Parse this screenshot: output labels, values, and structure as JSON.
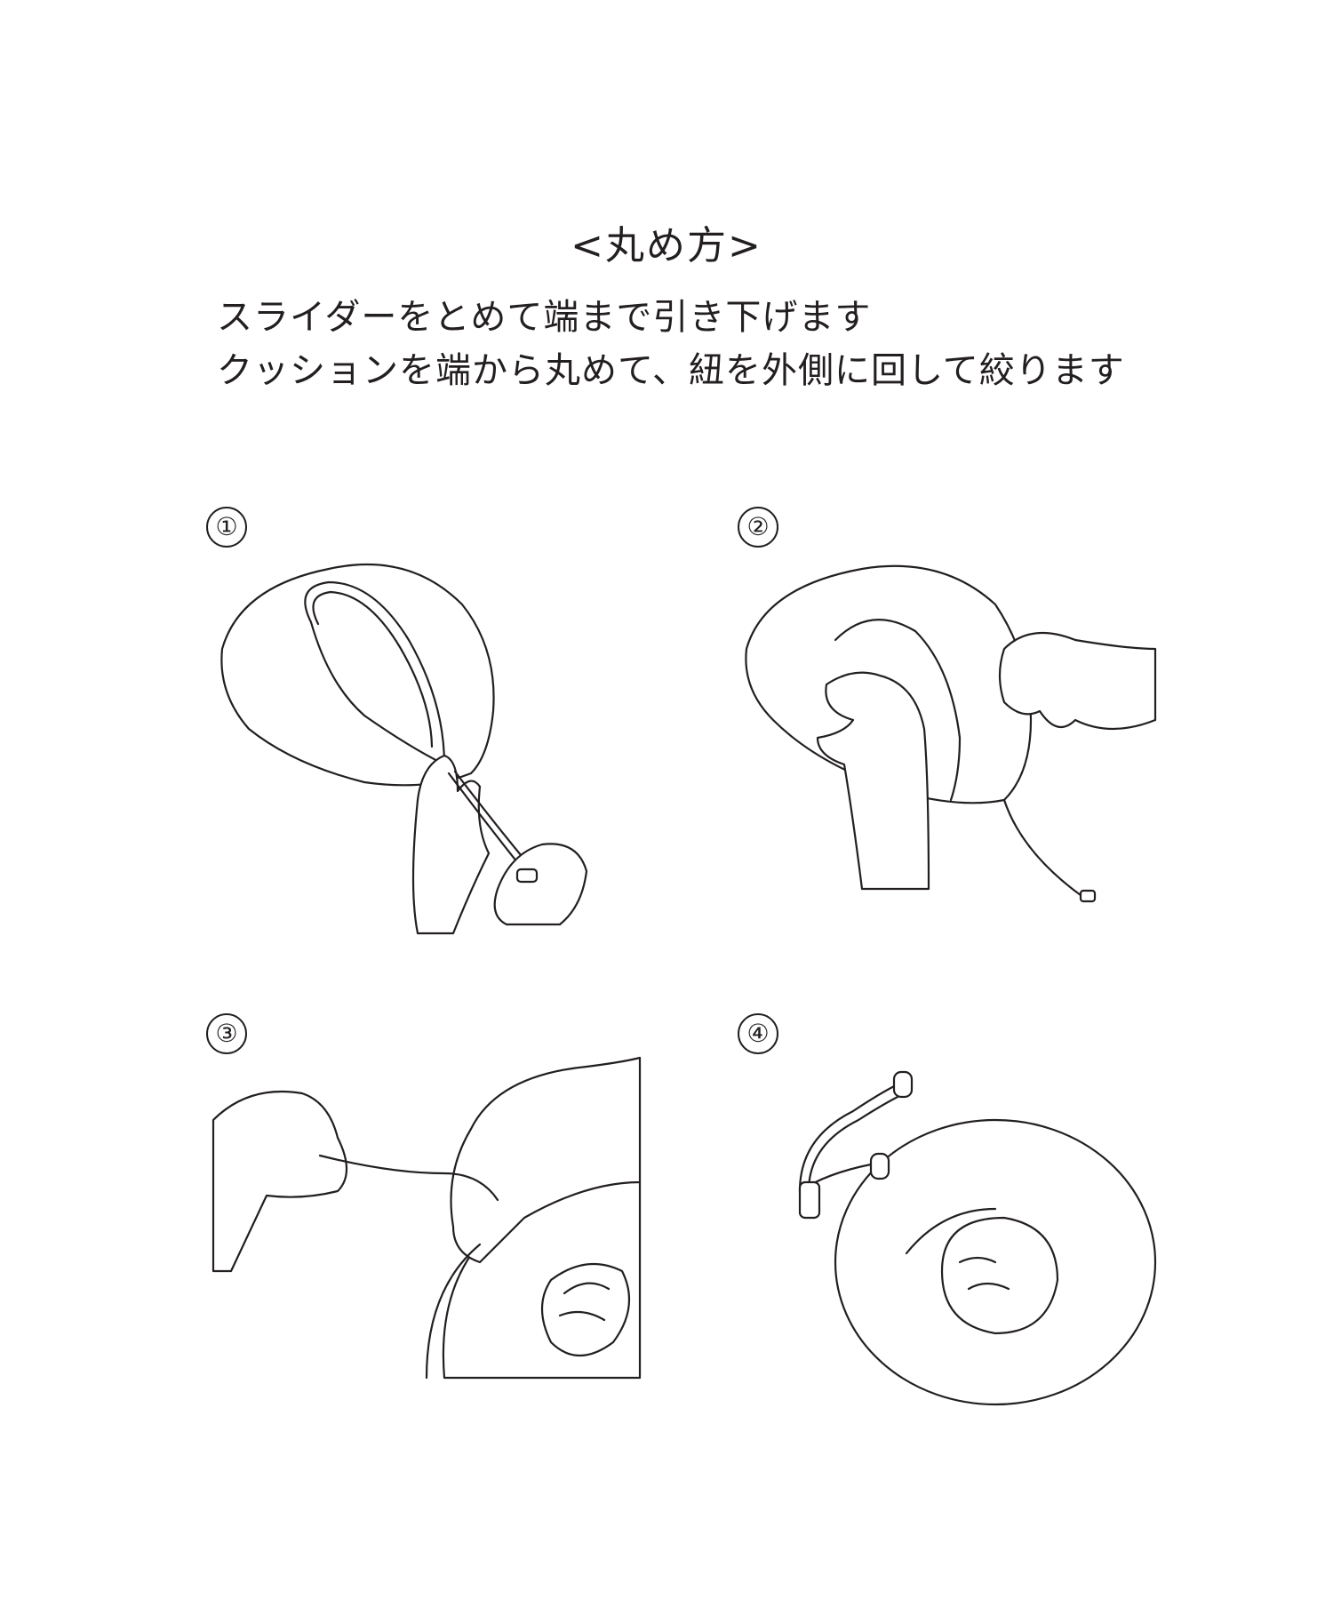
{
  "title": "<丸め方>",
  "instructions": [
    "スライダーをとめて端まで引き下げます",
    "クッションを端から丸めて、紐を外側に回して絞ります"
  ],
  "steps": [
    {
      "number": "①",
      "illustration": "slider-pull-down"
    },
    {
      "number": "②",
      "illustration": "roll-cushion"
    },
    {
      "number": "③",
      "illustration": "wrap-cord"
    },
    {
      "number": "④",
      "illustration": "tightened-roll"
    }
  ],
  "colors": {
    "line": "#231f20",
    "background": "#ffffff"
  }
}
